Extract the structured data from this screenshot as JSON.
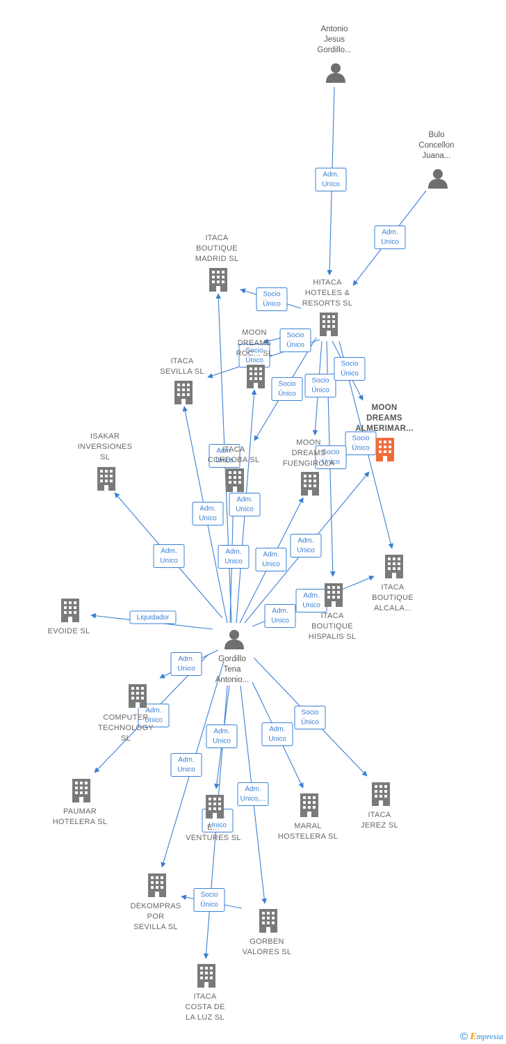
{
  "nodes": {
    "antonio_jesus": {
      "label": [
        "Antonio",
        "Jesus",
        "Gordillo..."
      ],
      "kind": "person"
    },
    "bulo": {
      "label": [
        "Bulo",
        "Concellon",
        "Juana..."
      ],
      "kind": "person"
    },
    "gordillo_tena": {
      "label": [
        "Gordillo",
        "Tena",
        "Antonio..."
      ],
      "kind": "person"
    },
    "hitaca": {
      "label": [
        "HITACA",
        "HOTELES &",
        "RESORTS SL"
      ],
      "kind": "company"
    },
    "itaca_madrid": {
      "label": [
        "ITACA",
        "BOUTIQUE",
        "MADRID  SL"
      ],
      "kind": "company"
    },
    "moon_roc": {
      "label": [
        "MOON",
        "DREAMS",
        "ROC...  SL"
      ],
      "kind": "company"
    },
    "itaca_sevilla": {
      "label": [
        "ITACA",
        "SEVILLA  SL"
      ],
      "kind": "company"
    },
    "moon_almerimar": {
      "label": [
        "MOON",
        "DREAMS",
        "ALMERIMAR..."
      ],
      "kind": "company",
      "highlight": true
    },
    "isakar": {
      "label": [
        "ISAKAR",
        "INVERSIONES",
        "SL"
      ],
      "kind": "company"
    },
    "itaca_cordoba": {
      "label": [
        "ITACA",
        "CORDOBA  SL"
      ],
      "kind": "company"
    },
    "moon_fuengirola": {
      "label": [
        "MOON",
        "DREAMS",
        "FUENGIROLA"
      ],
      "kind": "company"
    },
    "itaca_alcala": {
      "label": [
        "ITACA",
        "BOUTIQUE",
        "ALCALA..."
      ],
      "kind": "company"
    },
    "evoide": {
      "label": [
        "EVOIDE  SL"
      ],
      "kind": "company"
    },
    "itaca_hispalis": {
      "label": [
        "ITACA",
        "BOUTIQUE",
        "HISPALIS  SL"
      ],
      "kind": "company"
    },
    "computer_tech": {
      "label": [
        "COMPUTER",
        "TECHNOLOGY",
        "SL"
      ],
      "kind": "company"
    },
    "paumar": {
      "label": [
        "PAUMAR",
        "HOTELERA  SL"
      ],
      "kind": "company"
    },
    "itaca_jerez": {
      "label": [
        "ITACA",
        "JEREZ  SL"
      ],
      "kind": "company"
    },
    "maral": {
      "label": [
        "MARAL",
        "HOSTELERA SL"
      ],
      "kind": "company"
    },
    "ventures": {
      "label": [
        "E...",
        "VENTURES  SL"
      ],
      "kind": "company"
    },
    "dekompras": {
      "label": [
        "DEKOMPRAS",
        "POR",
        "SEVILLA SL"
      ],
      "kind": "company"
    },
    "gorben": {
      "label": [
        "GORBEN",
        "VALORES  SL"
      ],
      "kind": "company"
    },
    "itaca_costa": {
      "label": [
        "ITACA",
        "COSTA DE",
        "LA LUZ  SL"
      ],
      "kind": "company"
    }
  },
  "badges": {
    "b1": [
      "Adm.",
      "Unico"
    ],
    "b2": [
      "Adm.",
      "Unico"
    ],
    "b3": [
      "Socio",
      "Único"
    ],
    "b4": [
      "Socio",
      "Único"
    ],
    "b5": [
      "Socio",
      "Único"
    ],
    "b6": [
      "Socio",
      "Único"
    ],
    "b7": [
      "Socio",
      "Único"
    ],
    "b8": [
      "Socio",
      "Único"
    ],
    "b9": [
      "Socio",
      "Único"
    ],
    "b10": [
      "Socio",
      "Único"
    ],
    "b11": [
      "Adm.",
      "Unico"
    ],
    "b12": [
      "Adm.",
      "Unico"
    ],
    "b13": [
      "Adm.",
      "Unico"
    ],
    "b14": [
      "Adm.",
      "Unico"
    ],
    "b15": [
      "Adm.",
      "Unico"
    ],
    "b16": [
      "Adm.",
      "Unico"
    ],
    "b17": [
      "Adm.",
      "Unico"
    ],
    "b18": [
      "Adm.",
      "Unico"
    ],
    "b19": [
      "Adm.",
      "Unico"
    ],
    "b20": [
      "Liquidador"
    ],
    "b21": [
      "Adm.",
      "Unico"
    ],
    "b22": [
      "Adm.",
      "Unico"
    ],
    "b23": [
      "Adm.",
      "Unico"
    ],
    "b24": [
      "Adm.",
      "Unico"
    ],
    "b25": [
      "Adm.",
      "Unico"
    ],
    "b26": [
      "Socio",
      "Único"
    ],
    "b27": [
      "Adm.",
      "Unico,..."
    ],
    "b28": [
      "Adm.",
      "Unico"
    ],
    "b29": [
      "Socio",
      "Único"
    ]
  },
  "colors": {
    "edge": "#3a7fd4",
    "company": "#7a7a7a",
    "highlight": "#f26a3a",
    "person": "#6f6f6f"
  },
  "footer": {
    "copyright": "©",
    "brand_initial": "E",
    "brand_rest": "mpresia"
  }
}
